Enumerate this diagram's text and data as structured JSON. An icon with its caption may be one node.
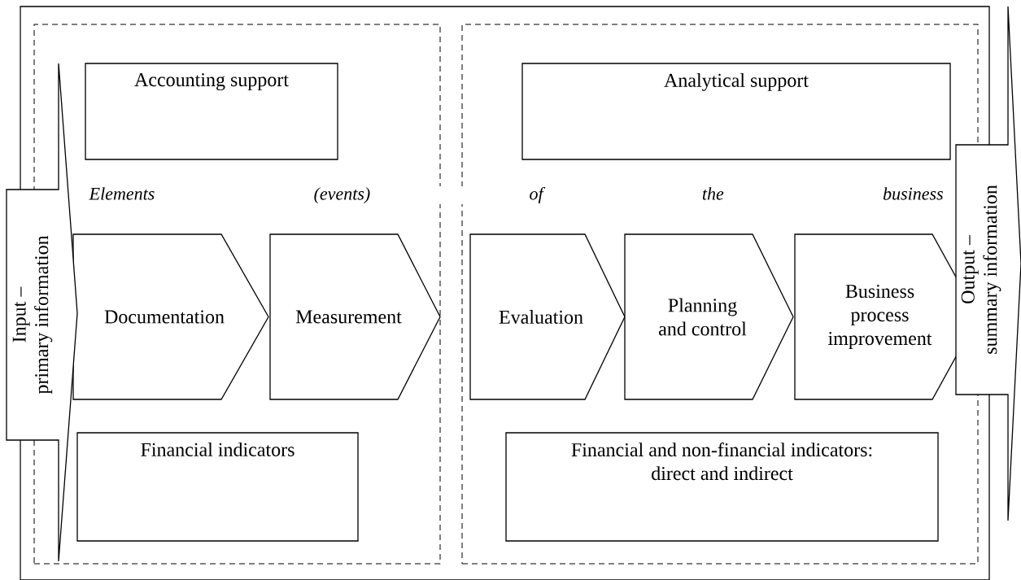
{
  "diagram": {
    "nodes": [
      {
        "text": [],
        "shape": "box"
      },
      {
        "text": [],
        "shape": "box",
        "in": 0
      },
      {
        "text": [],
        "shape": "box",
        "in": 0
      },
      {
        "text": [
          "Input –",
          "primary information"
        ]
      },
      {
        "text": [
          "Accounting support"
        ],
        "in": 1
      },
      {
        "text": [
          "Analytical support"
        ],
        "in": 2
      },
      {
        "text": [
          "Documentation"
        ],
        "in": 1
      },
      {
        "text": [
          "Measurement"
        ],
        "in": 1
      },
      {
        "text": [
          "Evaluation"
        ],
        "in": 2
      },
      {
        "text": [
          "Planning and control"
        ],
        "in": 2
      },
      {
        "text": [
          "Business process improvement"
        ],
        "in": 2
      },
      {
        "text": [
          "Output –",
          "summary information"
        ]
      },
      {
        "text": [
          "Financial indicators"
        ],
        "in": 1
      },
      {
        "text": [
          "Financial and non-financial indicators: direct and indirect"
        ],
        "in": 2
      }
    ],
    "labels": [
      "Elements (events) of the business"
    ]
  }
}
